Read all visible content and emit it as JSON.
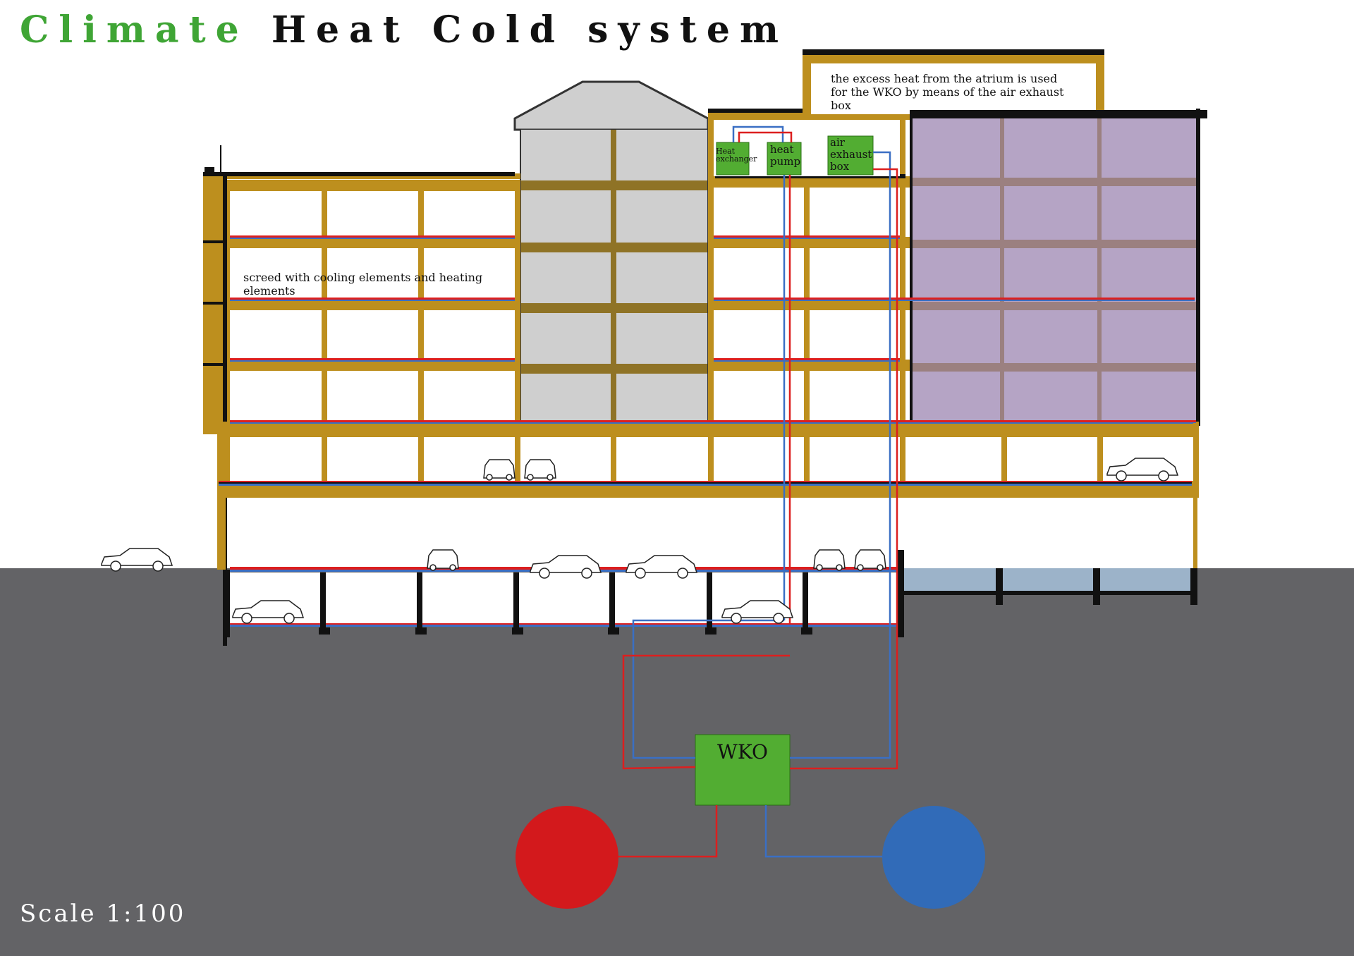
{
  "title": {
    "word1": "Climate",
    "word2": "Heat Cold system"
  },
  "scale_label": "Scale 1:100",
  "annotations": {
    "atrium_note": "the excess heat from the atrium is used for the WKO by means of the air exhaust box",
    "screed_note": "screed with cooling elements and heating elements"
  },
  "equipment": {
    "heat_exchanger": "Heat exchanger",
    "heat_pump": "heat pump",
    "air_exhaust_box": "air exhaust box",
    "wko": "WKO"
  },
  "colors": {
    "title_accent": "#3fa535",
    "ground": "#636366",
    "structure": "#bd8f1e",
    "equipment": "#52ad32",
    "heating": "#dc1f1f",
    "cooling": "#3a6fc4",
    "atrium": "#b5a4c5",
    "stairwell": "#cfcfcf",
    "warm_reservoir": "#d3191c",
    "cold_reservoir": "#316bb8"
  }
}
